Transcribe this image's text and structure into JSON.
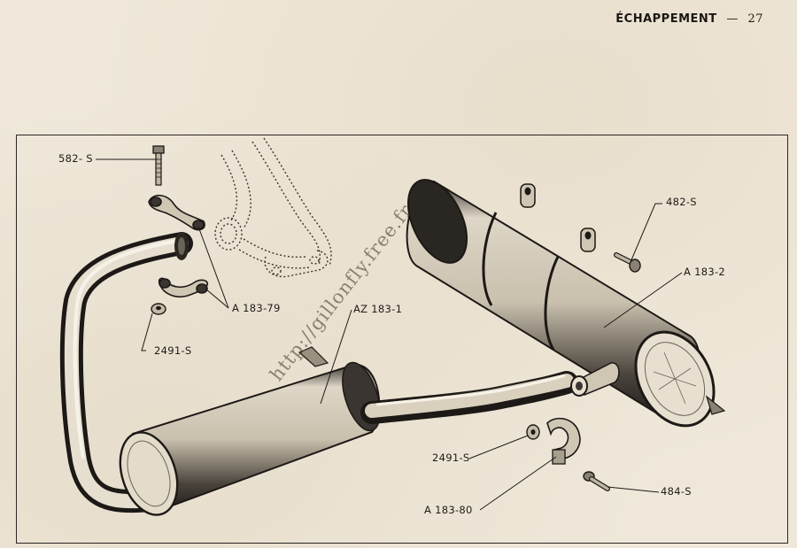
{
  "header": {
    "section_title": "ÉCHAPPEMENT",
    "separator": "—",
    "page_number": "27"
  },
  "watermark": "http://gillonfly.free.fr",
  "parts": [
    {
      "ref": "582- S"
    },
    {
      "ref": "A 183-79"
    },
    {
      "ref": "2491-S"
    },
    {
      "ref": "AZ 183-1"
    },
    {
      "ref": "482-S"
    },
    {
      "ref": "A 183-2"
    },
    {
      "ref": "2491-S"
    },
    {
      "ref": "A 183-80"
    },
    {
      "ref": "484-S"
    }
  ]
}
